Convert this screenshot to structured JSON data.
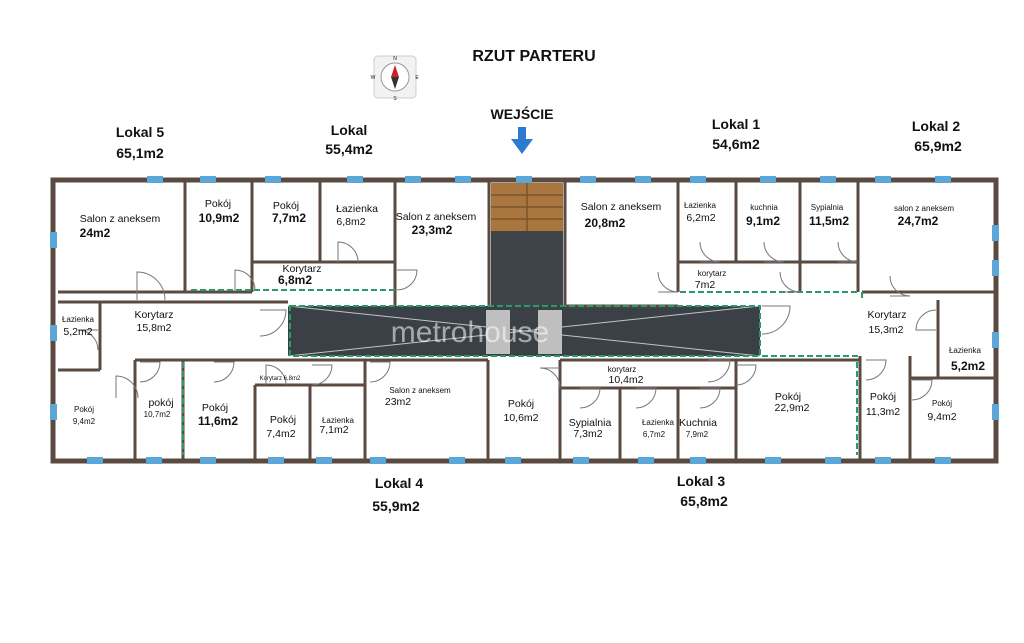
{
  "title": "RZUT PARTERU",
  "entrance": "WEJŚCIE",
  "watermark": "metrohouse",
  "compass": {
    "n": "N",
    "s": "S",
    "e": "E",
    "w": "W"
  },
  "units": {
    "lokal5": {
      "name": "Lokal 5",
      "area": "65,1m2"
    },
    "lokal_top": {
      "name": "Lokal",
      "area": "55,4m2"
    },
    "lokal1": {
      "name": "Lokal 1",
      "area": "54,6m2"
    },
    "lokal2": {
      "name": "Lokal 2",
      "area": "65,9m2"
    },
    "lokal4": {
      "name": "Lokal 4",
      "area": "55,9m2"
    },
    "lokal3": {
      "name": "Lokal 3",
      "area": "65,8m2"
    }
  },
  "rooms": {
    "salon5": {
      "name": "Salon z aneksem",
      "area": "24m2"
    },
    "pokoj_109": {
      "name": "Pokój",
      "area": "10,9m2"
    },
    "pokoj_77": {
      "name": "Pokój",
      "area": "7,7m2"
    },
    "lazienka_68": {
      "name": "Łazienka",
      "area": "6,8m2"
    },
    "korytarz_68": {
      "name": "Korytarz",
      "area": "6,8m2"
    },
    "salon_233": {
      "name": "Salon z aneksem",
      "area": "23,3m2"
    },
    "salon_208": {
      "name": "Salon z aneksem",
      "area": "20,8m2"
    },
    "lazienka_62": {
      "name": "Łazienka",
      "area": "6,2m2"
    },
    "kuchnia_91": {
      "name": "kuchnia",
      "area": "9,1m2"
    },
    "sypialnia_115": {
      "name": "Sypialnia",
      "area": "11,5m2"
    },
    "korytarz_7": {
      "name": "korytarz",
      "area": "7m2"
    },
    "salon_247": {
      "name": "salon z aneksem",
      "area": "24,7m2"
    },
    "lazienka_52_left": {
      "name": "Łazienka",
      "area": "5,2m2"
    },
    "korytarz_158": {
      "name": "Korytarz",
      "area": "15,8m2"
    },
    "korytarz_153": {
      "name": "Korytarz",
      "area": "15,3m2"
    },
    "lazienka_52_right": {
      "name": "Łazienka",
      "area": "5,2m2"
    },
    "pokoj_94_left": {
      "name": "Pokój",
      "area": "9,4m2"
    },
    "pokoj_107": {
      "name": "pokój",
      "area": "10,7m2"
    },
    "pokoj_116": {
      "name": "Pokój",
      "area": "11,6m2"
    },
    "korytarz_small": {
      "name": "Korytarz 6,8m2"
    },
    "pokoj_74": {
      "name": "Pokój",
      "area": "7,4m2"
    },
    "lazienka_71": {
      "name": "Łazienka",
      "area": "7,1m2"
    },
    "salon_23": {
      "name": "Salon z aneksem",
      "area": "23m2"
    },
    "pokoj_106": {
      "name": "Pokój",
      "area": "10,6m2"
    },
    "korytarz_104": {
      "name": "korytarz",
      "area": "10,4m2"
    },
    "sypialnia_73": {
      "name": "Sypialnia",
      "area": "7,3m2"
    },
    "lazienka_67": {
      "name": "Łazienka",
      "area": "6,7m2"
    },
    "kuchnia_79": {
      "name": "Kuchnia",
      "area": "7,9m2"
    },
    "pokoj_229": {
      "name": "Pokój",
      "area": "22,9m2"
    },
    "pokoj_113": {
      "name": "Pokój",
      "area": "11,3m2"
    },
    "pokoj_94_right": {
      "name": "Pokój",
      "area": "9,4m2"
    }
  }
}
